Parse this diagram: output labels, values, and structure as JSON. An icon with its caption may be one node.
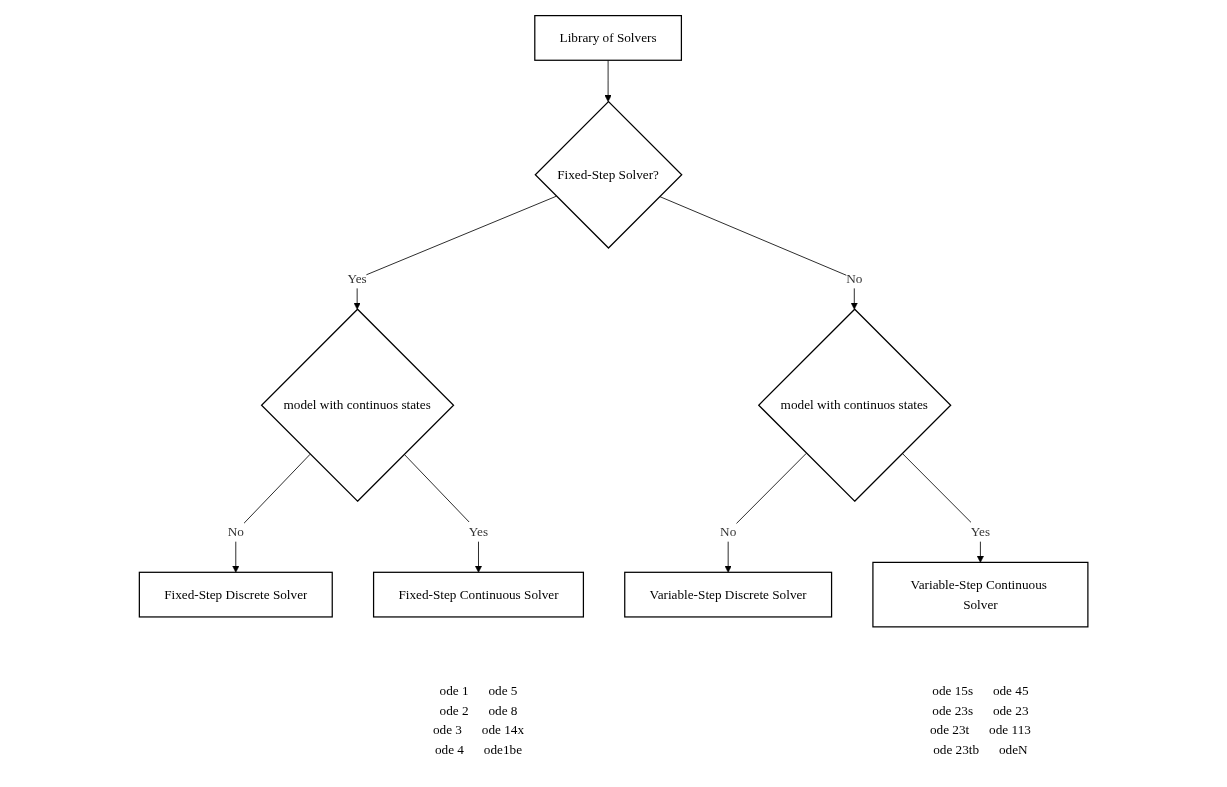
{
  "diagram": {
    "nodes": [
      {
        "text": [
          "Library of Solvers"
        ]
      },
      {
        "text": [
          "Fixed-Step Solver?"
        ]
      },
      {
        "text": [
          "model with continuos states"
        ]
      },
      {
        "text": [
          "model with continuos states"
        ]
      },
      {
        "text": [
          "Fixed-Step Discrete Solver"
        ]
      },
      {
        "text": [
          "Fixed-Step Continuous Solver"
        ],
        "beside": [
          "ode 1",
          "ode 5",
          "ode 2",
          "ode 8",
          "ode 3",
          "ode 14x",
          "ode 4",
          "ode1be"
        ]
      },
      {
        "text": [
          "Variable-Step Discrete Solver"
        ]
      },
      {
        "text": [
          "Variable-Step Continuous Solver"
        ],
        "beside": [
          "ode 15s",
          "ode 45",
          "ode 23s",
          "ode 23",
          "ode 23t",
          "ode 113",
          "ode 23tb",
          "odeN"
        ]
      }
    ],
    "edges": [
      {
        "from": 0,
        "to": 1,
        "arrow": "to"
      },
      {
        "from": 1,
        "to": 2,
        "label": "Yes",
        "arrow": "to"
      },
      {
        "from": 1,
        "to": 3,
        "label": "No",
        "arrow": "to"
      },
      {
        "from": 2,
        "to": 4,
        "label": "No",
        "arrow": "to"
      },
      {
        "from": 2,
        "to": 5,
        "label": "Yes",
        "arrow": "to"
      },
      {
        "from": 3,
        "to": 6,
        "label": "No",
        "arrow": "to"
      },
      {
        "from": 3,
        "to": 7,
        "label": "Yes",
        "arrow": "to"
      }
    ]
  }
}
